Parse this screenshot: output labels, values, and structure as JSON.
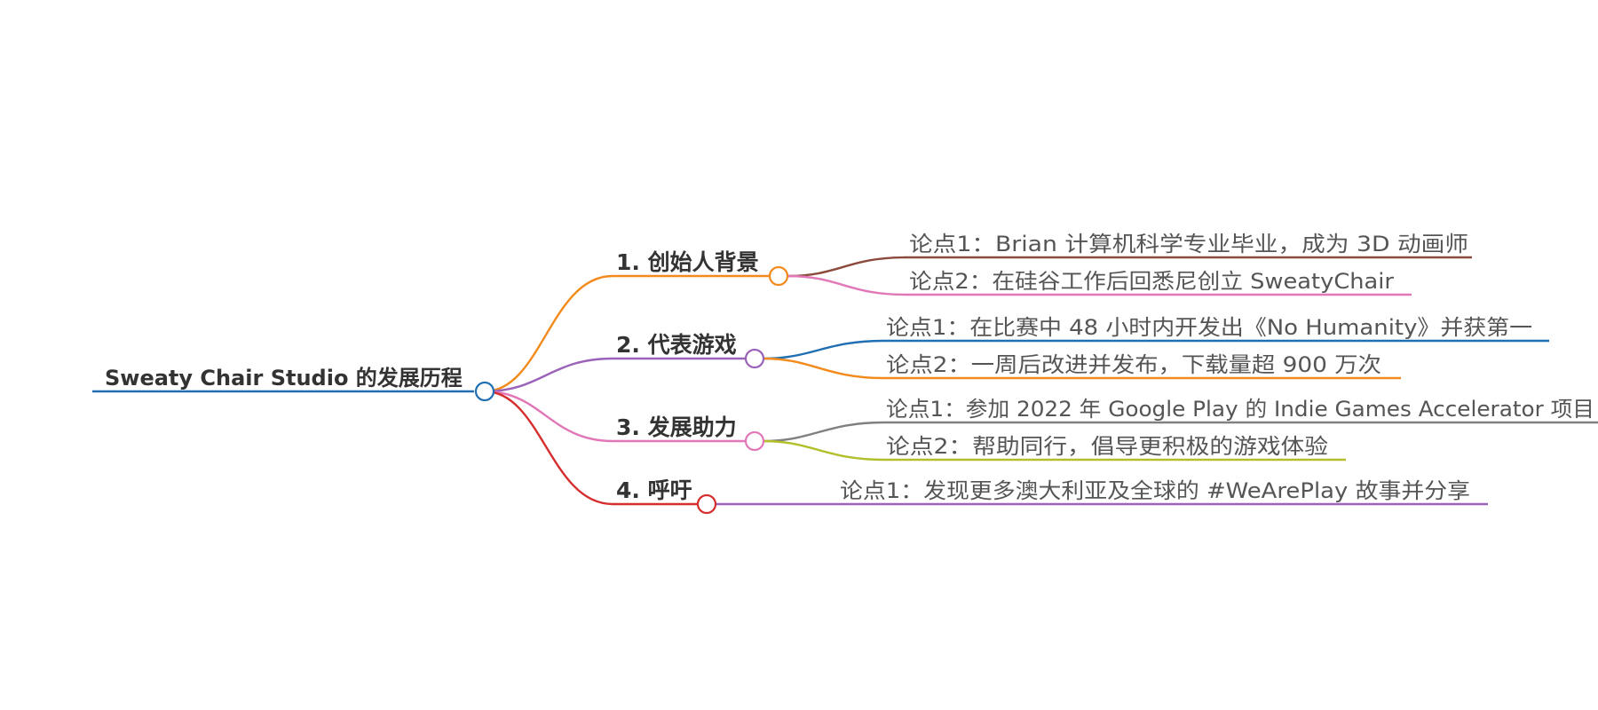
{
  "mindmap": {
    "root": {
      "label": "Sweaty Chair Studio 的发展历程",
      "color": "#1f6fb2"
    },
    "branches": [
      {
        "label": "1. 创始人背景",
        "color": "#f28a1c",
        "leaves": [
          {
            "label": "论点1：Brian 计算机科学专业毕业，成为 3D 动画师",
            "color": "#8b4a3c"
          },
          {
            "label": "论点2：在硅谷工作后回悉尼创立 SweatyChair",
            "color": "#e277b8"
          }
        ]
      },
      {
        "label": "2. 代表游戏",
        "color": "#9a62b9",
        "leaves": [
          {
            "label": "论点1：在比赛中 48 小时内开发出《No Humanity》并获第一",
            "color": "#1f6fb2"
          },
          {
            "label": "论点2：一周后改进并发布，下载量超 900 万次",
            "color": "#f28a1c"
          }
        ]
      },
      {
        "label": "3. 发展助力",
        "color": "#e277b8",
        "leaves": [
          {
            "label": "论点1：参加 2022 年 Google Play 的 Indie Games Accelerator 项目",
            "color": "#808080"
          },
          {
            "label": "论点2：帮助同行，倡导更积极的游戏体验",
            "color": "#b3bf2a"
          }
        ]
      },
      {
        "label": "4. 呼吁",
        "color": "#d62e2e",
        "leaves": [
          {
            "label": "论点1：发现更多澳大利亚及全球的 #WeArePlay 故事并分享",
            "color": "#9a62b9"
          }
        ]
      }
    ]
  }
}
